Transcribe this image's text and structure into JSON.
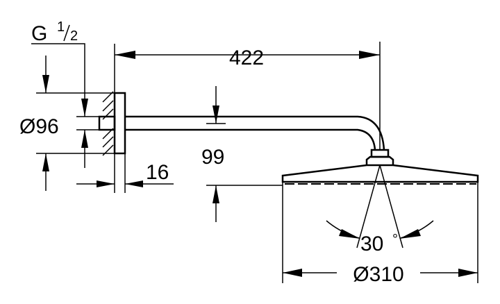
{
  "drawing": {
    "thread_label": "G",
    "thread_fraction_num": "1",
    "thread_fraction_den": "2",
    "flange_diameter": "Ø96",
    "projection": "422",
    "flange_depth": "16",
    "drop_height": "99",
    "spray_angle": "30",
    "degree_symbol": "°",
    "head_diameter": "Ø310"
  }
}
